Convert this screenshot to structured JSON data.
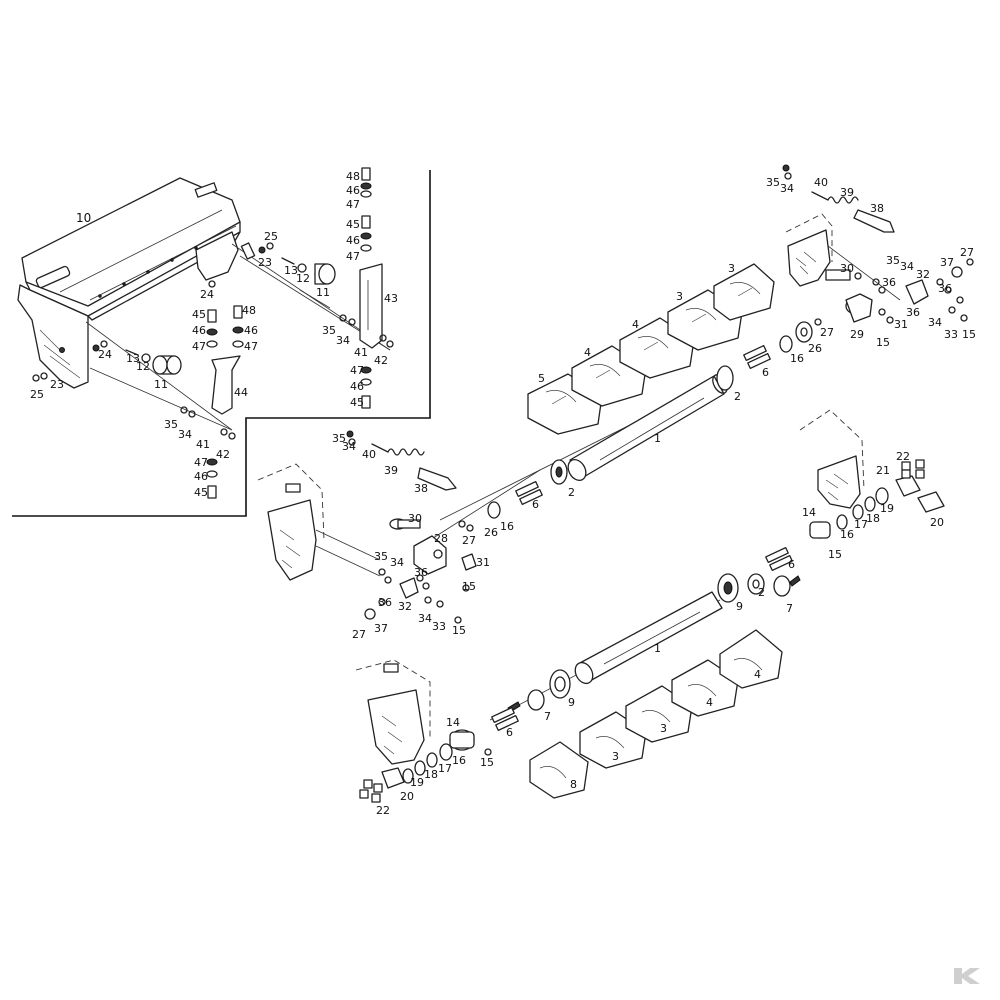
{
  "callouts": {
    "c10": "10",
    "c11a": "11",
    "c11b": "11",
    "c12a": "12",
    "c12b": "12",
    "c13a": "13",
    "c13b": "13",
    "c23a": "23",
    "c23b": "23",
    "c24a": "24",
    "c24b": "24",
    "c25a": "25",
    "c25b": "25",
    "c48a": "48",
    "c46a": "46",
    "c47a": "47",
    "c45a": "45",
    "c46b": "46",
    "c47b": "47",
    "c43": "43",
    "c35a": "35",
    "c34a": "34",
    "c41a": "41",
    "c42a": "42",
    "c47c": "47",
    "c46c": "46",
    "c45b": "45",
    "c45c": "45",
    "c48b": "48",
    "c46d": "46",
    "c46e": "46",
    "c47d": "47",
    "c47e": "47",
    "c44": "44",
    "c35b": "35",
    "c34b": "34",
    "c41b": "41",
    "c42b": "42",
    "c47f": "47",
    "c46f": "46",
    "c45d": "45",
    "c35c": "35",
    "c34c": "34",
    "c40a": "40",
    "c39a": "39",
    "c38a": "38",
    "c35d": "35",
    "c34d": "34",
    "c40b": "40",
    "c39b": "39",
    "c38b": "38",
    "c3a": "3",
    "c3b": "3",
    "c4a": "4",
    "c4b": "4",
    "c5": "5",
    "c2a": "2",
    "c1a": "1",
    "c6a": "6",
    "c16a": "16",
    "c26a": "26",
    "c27a": "27",
    "c30a": "30",
    "c35e": "35",
    "c34e": "34",
    "c32a": "32",
    "c37a": "37",
    "c27b": "27",
    "c36a": "36",
    "c36b": "36",
    "c29": "29",
    "c31a": "31",
    "c34f": "34",
    "c33a": "33",
    "c15a": "15",
    "c15b": "15",
    "c2b": "2",
    "c6b": "6",
    "c27c": "27",
    "c26b": "26",
    "c16b": "16",
    "c30b": "30",
    "c28": "28",
    "c35f": "35",
    "c34g": "34",
    "c36c": "36",
    "c31b": "31",
    "c15c": "15",
    "c36d": "36",
    "c32b": "32",
    "c34h": "34",
    "c33b": "33",
    "c15d": "15",
    "c27d": "27",
    "c37b": "37",
    "c22a": "22",
    "c21": "21",
    "c14a": "14",
    "c16c": "16",
    "c17a": "17",
    "c18a": "18",
    "c19a": "19",
    "c20a": "20",
    "c15e": "15",
    "c6c": "6",
    "c2c": "2",
    "c9a": "9",
    "c7a": "7",
    "c1b": "1",
    "c4c": "4",
    "c4d": "4",
    "c3c": "3",
    "c3d": "3",
    "c8": "8",
    "c9b": "9",
    "c7b": "7",
    "c6d": "6",
    "c14b": "14",
    "c15f": "15",
    "c16d": "16",
    "c17b": "17",
    "c18b": "18",
    "c19b": "19",
    "c20b": "20",
    "c22b": "22"
  }
}
